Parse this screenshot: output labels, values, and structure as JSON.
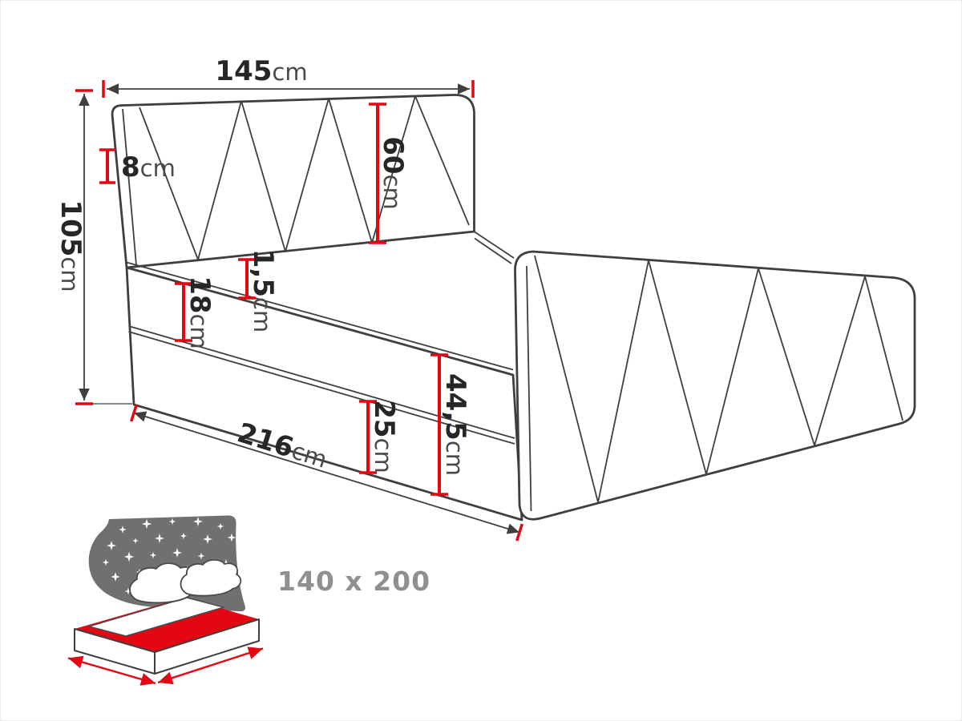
{
  "page": {
    "background": "#ffffff"
  },
  "colors": {
    "line": "#3f3f3f",
    "red": "#e30613",
    "number_text": "#262626",
    "unit_text": "#4a4a4a",
    "size_text": "#909090",
    "blanket": "#707070"
  },
  "dimensions": {
    "headboard_width": {
      "value": "145",
      "unit": "cm"
    },
    "total_height": {
      "value": "105",
      "unit": "cm"
    },
    "headboard_side": {
      "value": "8",
      "unit": "cm"
    },
    "headboard_panel_height": {
      "value": "60",
      "unit": "cm"
    },
    "mattress_height": {
      "value": "18",
      "unit": "cm"
    },
    "mattress_gap": {
      "value": "1,5",
      "unit": "cm"
    },
    "base_height": {
      "value": "25",
      "unit": "cm"
    },
    "side_height_total": {
      "value": "44,5",
      "unit": "cm"
    },
    "total_length": {
      "value": "216",
      "unit": "cm"
    }
  },
  "badge": {
    "mattress_size": "140 x 200"
  }
}
